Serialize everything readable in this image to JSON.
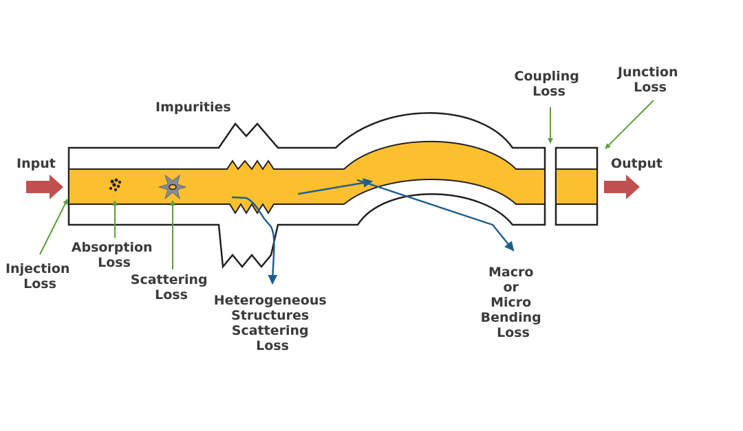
{
  "labels": {
    "input": "Input",
    "output": "Output",
    "impurities": "Impurities",
    "coupling_loss": [
      "Coupling",
      "Loss"
    ],
    "junction_loss": [
      "Junction",
      "Loss"
    ],
    "absorption_loss": [
      "Absorption",
      "Loss"
    ],
    "injection_loss": [
      "Injection",
      "Loss"
    ],
    "scattering_loss": [
      "Scattering",
      "Loss"
    ],
    "heterogeneous_loss": [
      "Heterogeneous",
      "Structures",
      "Scattering",
      "Loss"
    ],
    "bending_loss": [
      "Macro",
      "or",
      "Micro",
      "Bending",
      "Loss"
    ]
  },
  "colors": {
    "core": "#fcc02e",
    "cladding": "#ffffff",
    "outline": "#231f20",
    "io_arrow": "#c0504d",
    "pointer": "#5c9e3c",
    "ray": "#1f5f8b",
    "scatter_star": "#8a8a95",
    "text": "#3a3a3a"
  }
}
